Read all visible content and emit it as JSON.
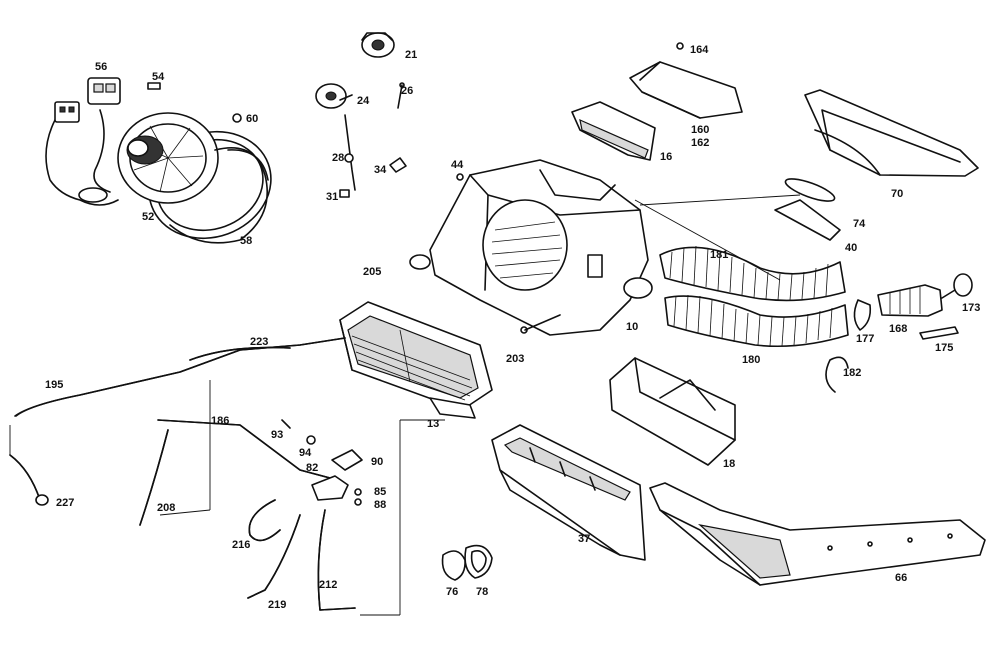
{
  "diagram": {
    "background": "#ffffff",
    "line_color": "#111111",
    "labels": [
      "56",
      "54",
      "60",
      "52",
      "58",
      "21",
      "24",
      "26",
      "28",
      "34",
      "31",
      "164",
      "160",
      "162",
      "16",
      "44",
      "70",
      "74",
      "40",
      "205",
      "181",
      "173",
      "177",
      "168",
      "175",
      "10",
      "203",
      "223",
      "195",
      "180",
      "182",
      "186",
      "93",
      "94",
      "90",
      "82",
      "85",
      "88",
      "13",
      "227",
      "208",
      "216",
      "219",
      "212",
      "18",
      "37",
      "76",
      "78",
      "66"
    ]
  }
}
